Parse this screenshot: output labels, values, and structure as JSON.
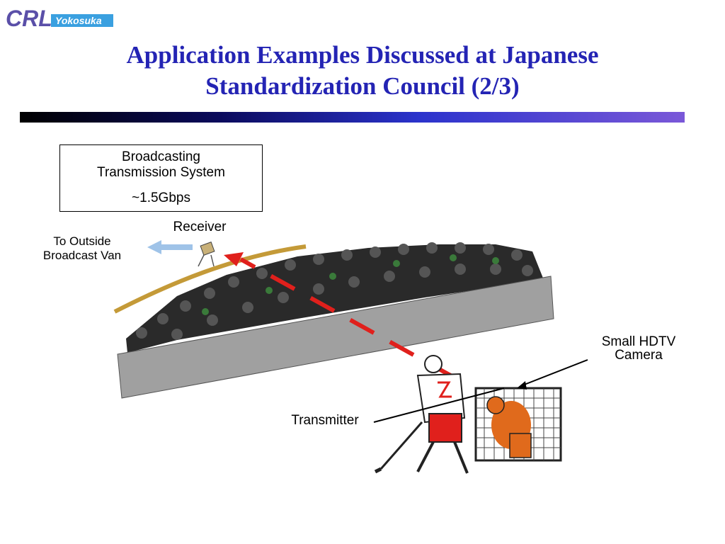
{
  "logo": {
    "text": "CRL",
    "subtext": "Yokosuka"
  },
  "slide": {
    "title_line1": "Application Examples Discussed at Japanese",
    "title_line2": "Standardization Council (2/3)"
  },
  "spec_box": {
    "line1": "Broadcasting",
    "line2": "Transmission System",
    "rate": "~1.5Gbps"
  },
  "labels": {
    "receiver": "Receiver",
    "outside_line1": "To Outside",
    "outside_line2": "Broadcast Van",
    "camera_line1": "Small HDTV",
    "camera_line2": "Camera",
    "transmitter": "Transmitter"
  },
  "colors": {
    "title": "#2424b4",
    "link_path": "#e0201c",
    "cable": "#c49a38",
    "arrow_to_van": "#9fc3e8",
    "boards": "#a0a0a0"
  }
}
